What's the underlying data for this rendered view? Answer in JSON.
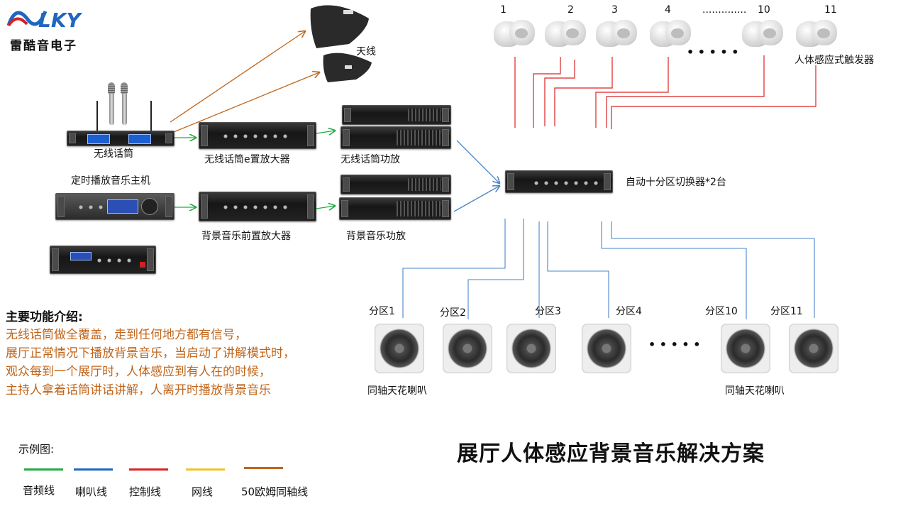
{
  "logo": {
    "brand": "LKY",
    "name": "雷酷音电子"
  },
  "labels": {
    "antenna": "天线",
    "wireless_mic": "无线话筒",
    "timer_host": "定时播放音乐主机",
    "mic_preamp": "无线话筒e置放大器",
    "mic_amp": "无线话筒功放",
    "bgm_preamp": "背景音乐前置放大器",
    "bgm_amp": "背景音乐功放",
    "switcher": "自动十分区切换器*2台",
    "trigger": "人体感应式触发器",
    "speaker_left": "同轴天花喇叭",
    "speaker_right": "同轴天花喇叭",
    "sensor_ellipsis": "• • • • •",
    "speaker_ellipsis": "• • • • •"
  },
  "sensor_numbers": [
    "1",
    "2",
    "3",
    "4",
    "..............",
    "10",
    "11"
  ],
  "zones": [
    "分区1",
    "分区2",
    "分区3",
    "分区4",
    "分区10",
    "分区11"
  ],
  "intro": {
    "heading": "主要功能介绍:",
    "lines": [
      "无线话筒做全覆盖，走到任何地方都有信号，",
      "展厅正常情况下播放背景音乐，当启动了讲解模式时，",
      "观众每到一个展厅时，人体感应到有人在的时候，",
      "主持人拿着话筒讲话讲解，人离开时播放背景音乐"
    ]
  },
  "legend": {
    "title": "示例图:",
    "items": [
      {
        "label": "音频线",
        "color": "#22aa44"
      },
      {
        "label": "喇叭线",
        "color": "#1f66c1"
      },
      {
        "label": "控制线",
        "color": "#dd2222"
      },
      {
        "label": "网线",
        "color": "#f2c12e"
      },
      {
        "label": "50欧姆同轴线",
        "color": "#c0651b"
      }
    ]
  },
  "title": "展厅人体感应背景音乐解决方案",
  "colors": {
    "audio": "#22aa44",
    "speaker": "#4a86c8",
    "control": "#dd2222",
    "coax": "#c0651b",
    "intro_text": "#c0651b"
  }
}
